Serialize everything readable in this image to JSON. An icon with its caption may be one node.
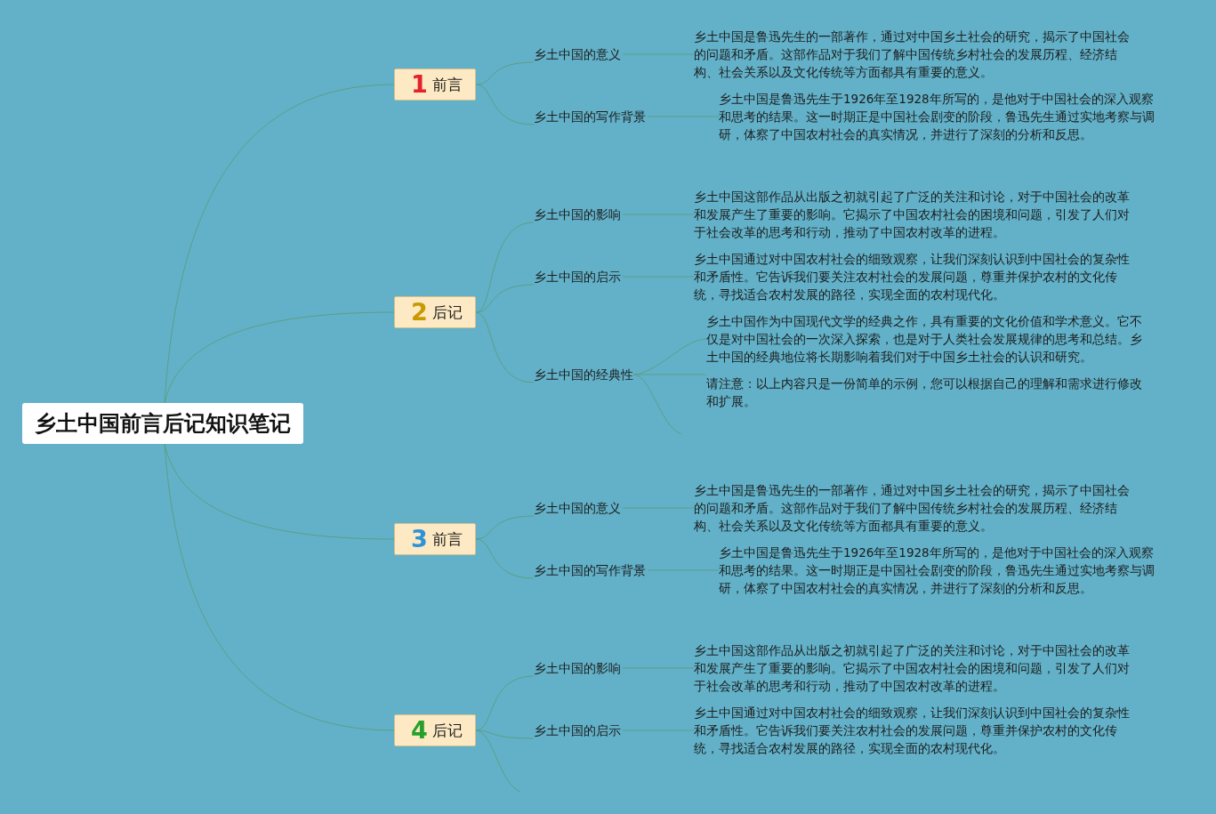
{
  "diagram": {
    "nodes": [
      {
        "text": [
          "乡土中国前言后记知识笔记"
        ]
      },
      {
        "text": [
          "1",
          "前言"
        ]
      },
      {
        "text": [
          "乡土中国的意义"
        ]
      },
      {
        "text": [
          "乡土中国是鲁迅先生的一部著作，通过对中国乡土社会的研究，揭示了中国社会的问题和矛盾。这部作品对于我们了解中国传统乡村社会的发展历程、经济结构、社会关系以及文化传统等方面都具有重要的意义。"
        ]
      },
      {
        "text": [
          "乡土中国的写作背景"
        ]
      },
      {
        "text": [
          "乡土中国是鲁迅先生于1926年至1928年所写的，是他对于中国社会的深入观察和思考的结果。这一时期正是中国社会剧变的阶段，鲁迅先生通过实地考察与调研，体察了中国农村社会的真实情况，并进行了深刻的分析和反思。"
        ]
      },
      {
        "text": [
          "2",
          "后记"
        ]
      },
      {
        "text": [
          "乡土中国的影响"
        ]
      },
      {
        "text": [
          "乡土中国这部作品从出版之初就引起了广泛的关注和讨论，对于中国社会的改革和发展产生了重要的影响。它揭示了中国农村社会的困境和问题，引发了人们对于社会改革的思考和行动，推动了中国农村改革的进程。"
        ]
      },
      {
        "text": [
          "乡土中国的启示"
        ]
      },
      {
        "text": [
          "乡土中国通过对中国农村社会的细致观察，让我们深刻认识到中国社会的复杂性和矛盾性。它告诉我们要关注农村社会的发展问题，尊重并保护农村的文化传统，寻找适合农村发展的路径，实现全面的农村现代化。"
        ]
      },
      {
        "text": [
          "乡土中国的经典性"
        ]
      },
      {
        "text": [
          "乡土中国作为中国现代文学的经典之作，具有重要的文化价值和学术意义。它不仅是对中国社会的一次深入探索，也是对于人类社会发展规律的思考和总结。乡土中国的经典地位将长期影响着我们对于中国乡土社会的认识和研究。"
        ]
      },
      {
        "text": [
          "请注意：以上内容只是一份简单的示例，您可以根据自己的理解和需求进行修改和扩展。"
        ]
      },
      {
        "text": [
          "3",
          "前言"
        ]
      },
      {
        "text": [
          "乡土中国的意义"
        ]
      },
      {
        "text": [
          "乡土中国是鲁迅先生的一部著作，通过对中国乡土社会的研究，揭示了中国社会的问题和矛盾。这部作品对于我们了解中国传统乡村社会的发展历程、经济结构、社会关系以及文化传统等方面都具有重要的意义。"
        ]
      },
      {
        "text": [
          "乡土中国的写作背景"
        ]
      },
      {
        "text": [
          "乡土中国是鲁迅先生于1926年至1928年所写的，是他对于中国社会的深入观察和思考的结果。这一时期正是中国社会剧变的阶段，鲁迅先生通过实地考察与调研，体察了中国农村社会的真实情况，并进行了深刻的分析和反思。"
        ]
      },
      {
        "text": [
          "4",
          "后记"
        ]
      },
      {
        "text": [
          "乡土中国的影响"
        ]
      },
      {
        "text": [
          "乡土中国这部作品从出版之初就引起了广泛的关注和讨论，对于中国社会的改革和发展产生了重要的影响。它揭示了中国农村社会的困境和问题，引发了人们对于社会改革的思考和行动，推动了中国农村改革的进程。"
        ]
      },
      {
        "text": [
          "乡土中国的启示"
        ]
      },
      {
        "text": [
          "乡土中国通过对中国农村社会的细致观察，让我们深刻认识到中国社会的复杂性和矛盾性。它告诉我们要关注农村社会的发展问题，尊重并保护农村的文化传统，寻找适合农村发展的路径，实现全面的农村现代化。"
        ]
      }
    ],
    "edges": [
      {
        "from": 0,
        "to": 1,
        "arrow": "none"
      },
      {
        "from": 0,
        "to": 6,
        "arrow": "none"
      },
      {
        "from": 0,
        "to": 14,
        "arrow": "none"
      },
      {
        "from": 0,
        "to": 19,
        "arrow": "none"
      },
      {
        "from": 1,
        "to": 2,
        "arrow": "none"
      },
      {
        "from": 1,
        "to": 4,
        "arrow": "none"
      },
      {
        "from": 2,
        "to": 3,
        "arrow": "none"
      },
      {
        "from": 4,
        "to": 5,
        "arrow": "none"
      },
      {
        "from": 6,
        "to": 7,
        "arrow": "none"
      },
      {
        "from": 6,
        "to": 9,
        "arrow": "none"
      },
      {
        "from": 6,
        "to": 11,
        "arrow": "none"
      },
      {
        "from": 7,
        "to": 8,
        "arrow": "none"
      },
      {
        "from": 9,
        "to": 10,
        "arrow": "none"
      },
      {
        "from": 11,
        "to": 12,
        "arrow": "none"
      },
      {
        "from": 11,
        "to": 13,
        "arrow": "none"
      },
      {
        "from": 11,
        "to": null,
        "arrow": "none"
      },
      {
        "from": 14,
        "to": 15,
        "arrow": "none"
      },
      {
        "from": 14,
        "to": 17,
        "arrow": "none"
      },
      {
        "from": 15,
        "to": 16,
        "arrow": "none"
      },
      {
        "from": 17,
        "to": 18,
        "arrow": "none"
      },
      {
        "from": 19,
        "to": 20,
        "arrow": "none"
      },
      {
        "from": 19,
        "to": 22,
        "arrow": "none"
      },
      {
        "from": 19,
        "to": null,
        "arrow": "none"
      },
      {
        "from": 20,
        "to": 21,
        "arrow": "none"
      },
      {
        "from": 22,
        "to": 23,
        "arrow": "none"
      }
    ]
  }
}
